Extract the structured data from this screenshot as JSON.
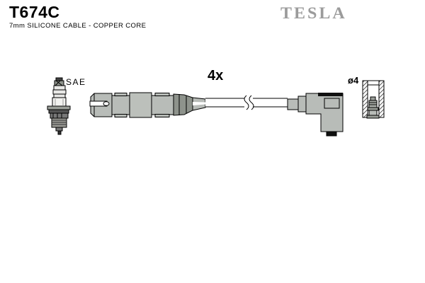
{
  "header": {
    "part_number": "T674C",
    "subtitle": "7mm SILICONE CABLE - COPPER CORE",
    "brand": "TESLA"
  },
  "diagram": {
    "labels": {
      "spark_plug_standard": "SAE",
      "quantity": "4x",
      "terminal_diameter": "ø4"
    },
    "parts": [
      "spark-plug",
      "plug-connector",
      "cable-with-break-mark",
      "angled-distributor-boot",
      "terminal-cup-cross-section"
    ]
  },
  "colors": {
    "background": "#ffffff",
    "line": "#000000",
    "part_fill": "#b8bcb8",
    "part_fill_light": "#bcc0bb",
    "part_fill_dark": "#8e938c",
    "brand_gray": "#9b9b9b"
  }
}
